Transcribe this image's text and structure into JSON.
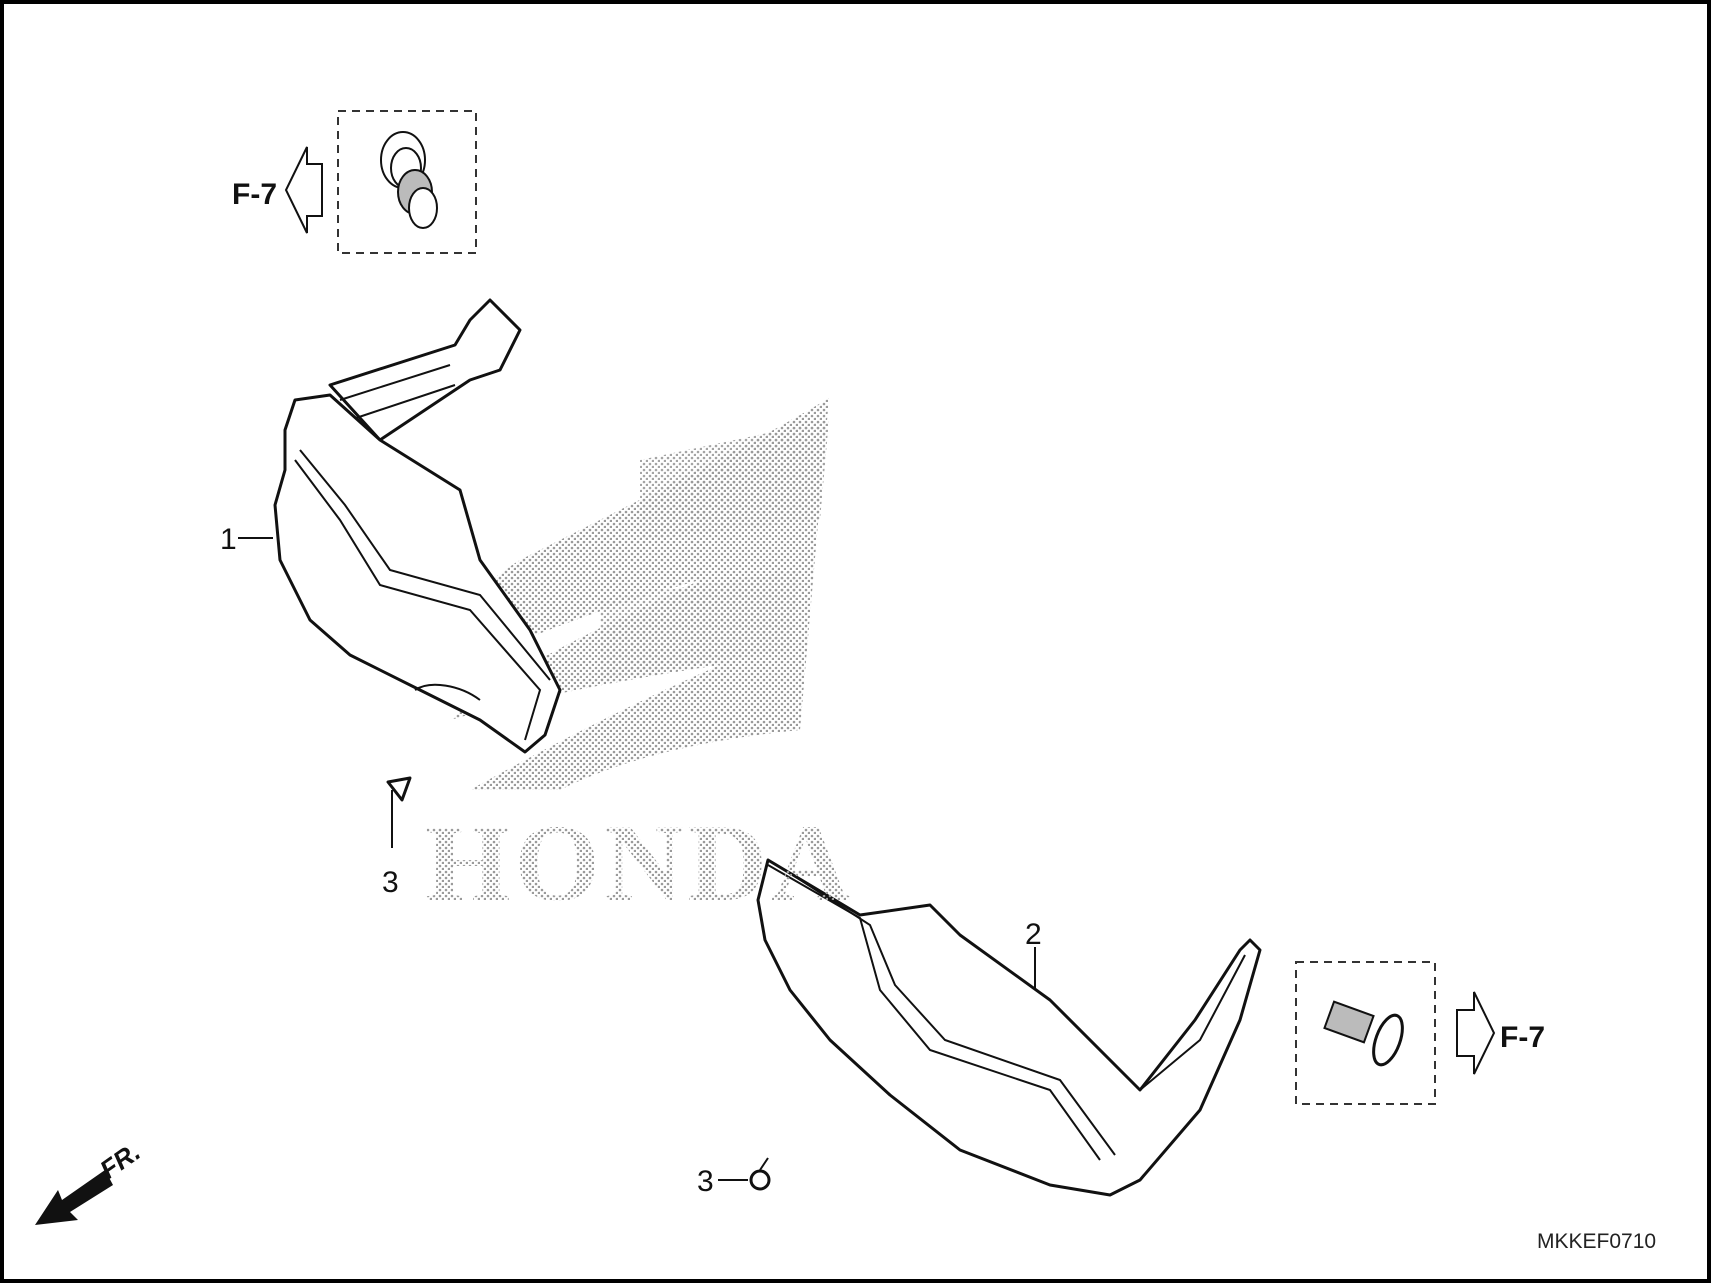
{
  "diagram": {
    "watermark": "HONDA",
    "references": [
      {
        "label": "F-7",
        "direction": "left"
      },
      {
        "label": "F-7",
        "direction": "right"
      }
    ],
    "callouts": [
      "1",
      "2",
      "3",
      "3"
    ],
    "front_indicator": "FR.",
    "diagram_code": "MKKEF0710",
    "colors": {
      "line": "#111111",
      "background": "#ffffff",
      "watermark": "#9a9a9a"
    }
  }
}
